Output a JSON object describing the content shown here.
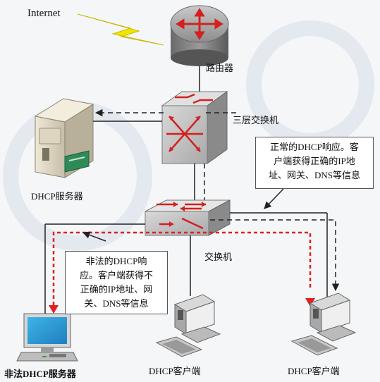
{
  "labels": {
    "internet": "Internet",
    "router": "路由器",
    "l3_switch": "三层交换机",
    "dhcp_server": "DHCP服务器",
    "switch": "交换机",
    "rogue_dhcp_server": "非法DHCP服务器",
    "client_left": "DHCP客户端",
    "client_right": "DHCP客户端"
  },
  "callouts": {
    "legit": [
      "正常的DHCP响应。客",
      "户端获得正确的IP地",
      "址、网关、DNS等信息"
    ],
    "rogue": [
      "非法的DHCP响",
      "应。客户端获得不",
      "正确的IP地址、网",
      "关、DNS等信息"
    ]
  },
  "colors": {
    "legit_path": "#222222",
    "rogue_path": "#e02020",
    "switch_red": "#d42020",
    "lightning": "#f2e600"
  }
}
